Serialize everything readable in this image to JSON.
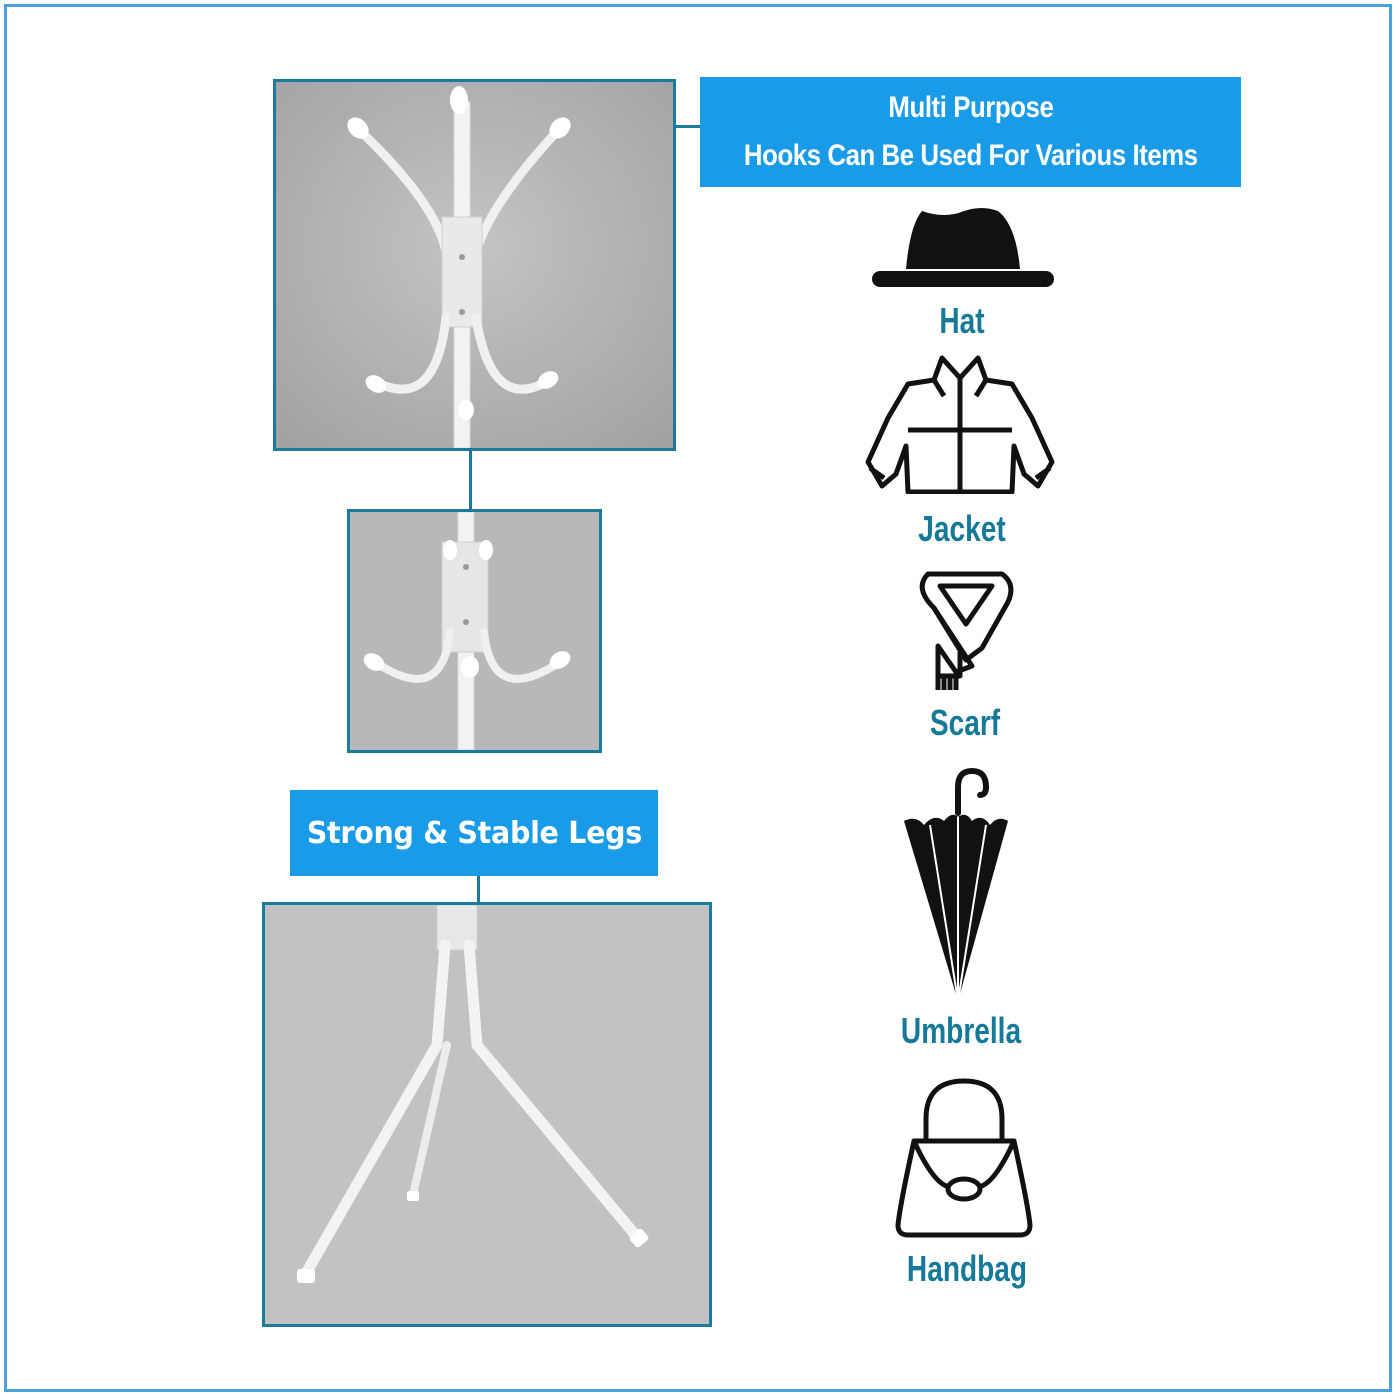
{
  "banners": {
    "hooks_line1": "Multi Purpose",
    "hooks_line2": "Hooks Can Be Used For Various Items",
    "legs": "Strong & Stable Legs"
  },
  "items": [
    {
      "label": "Hat",
      "icon": "hat-icon"
    },
    {
      "label": "Jacket",
      "icon": "jacket-icon"
    },
    {
      "label": "Scarf",
      "icon": "scarf-icon"
    },
    {
      "label": "Umbrella",
      "icon": "umbrella-icon"
    },
    {
      "label": "Handbag",
      "icon": "handbag-icon"
    }
  ],
  "colors": {
    "banner_blue": "#1a9be8",
    "frame_teal": "#1c7a9c",
    "label_teal": "#16799a",
    "page_border": "#4aa3df",
    "icon_black": "#111111"
  }
}
